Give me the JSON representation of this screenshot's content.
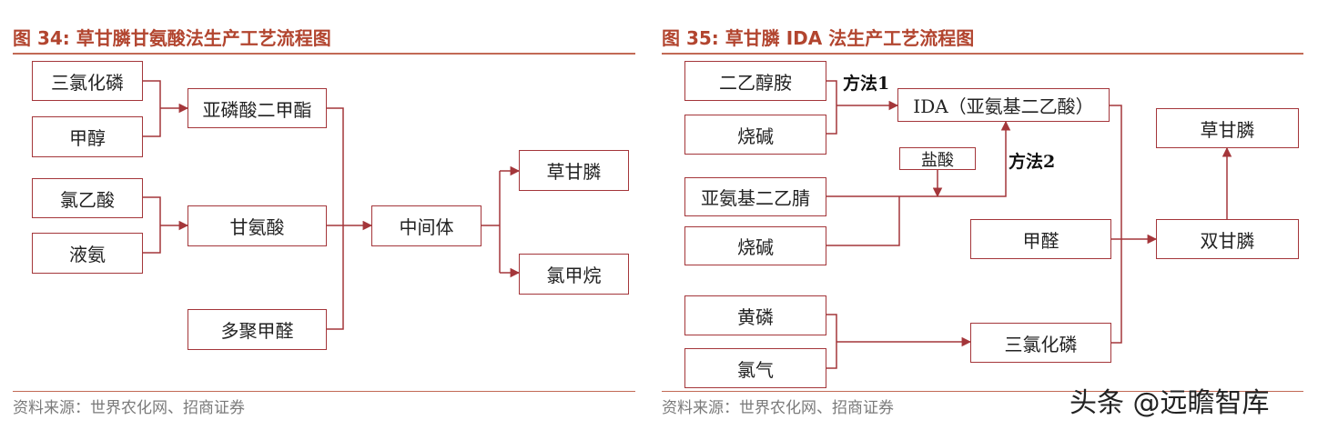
{
  "left": {
    "title": "图 34:  草甘膦甘氨酸法生产工艺流程图",
    "source": "资料来源：世界农化网、招商证券",
    "nodes": {
      "pcl3": "三氯化磷",
      "methanol": "甲醇",
      "dmp": "亚磷酸二甲酯",
      "chloroacetic": "氯乙酸",
      "ammonia": "液氨",
      "glycine": "甘氨酸",
      "intermediate": "中间体",
      "paraformaldehyde": "多聚甲醛",
      "glyphosate": "草甘膦",
      "chloromethane": "氯甲烷"
    }
  },
  "right": {
    "title": "图 35:  草甘膦 IDA 法生产工艺流程图",
    "source": "资料来源：世界农化网、招商证券",
    "annotations": {
      "method1": "方法1",
      "method2": "方法2"
    },
    "nodes": {
      "dea": "二乙醇胺",
      "naoh1": "烧碱",
      "ida": "IDA（亚氨基二乙酸）",
      "hcl": "盐酸",
      "iminodiacetonitrile": "亚氨基二乙腈",
      "naoh2": "烧碱",
      "formaldehyde": "甲醛",
      "pmida": "双甘膦",
      "glyphosate": "草甘膦",
      "yellow_phosphorus": "黄磷",
      "chlorine": "氯气",
      "pcl3": "三氯化磷"
    }
  },
  "watermark": "头条 @远瞻智库",
  "colors": {
    "title": "#b2452f",
    "line": "#a4363a",
    "rule": "#c26a55",
    "source": "#7a7a7a"
  }
}
